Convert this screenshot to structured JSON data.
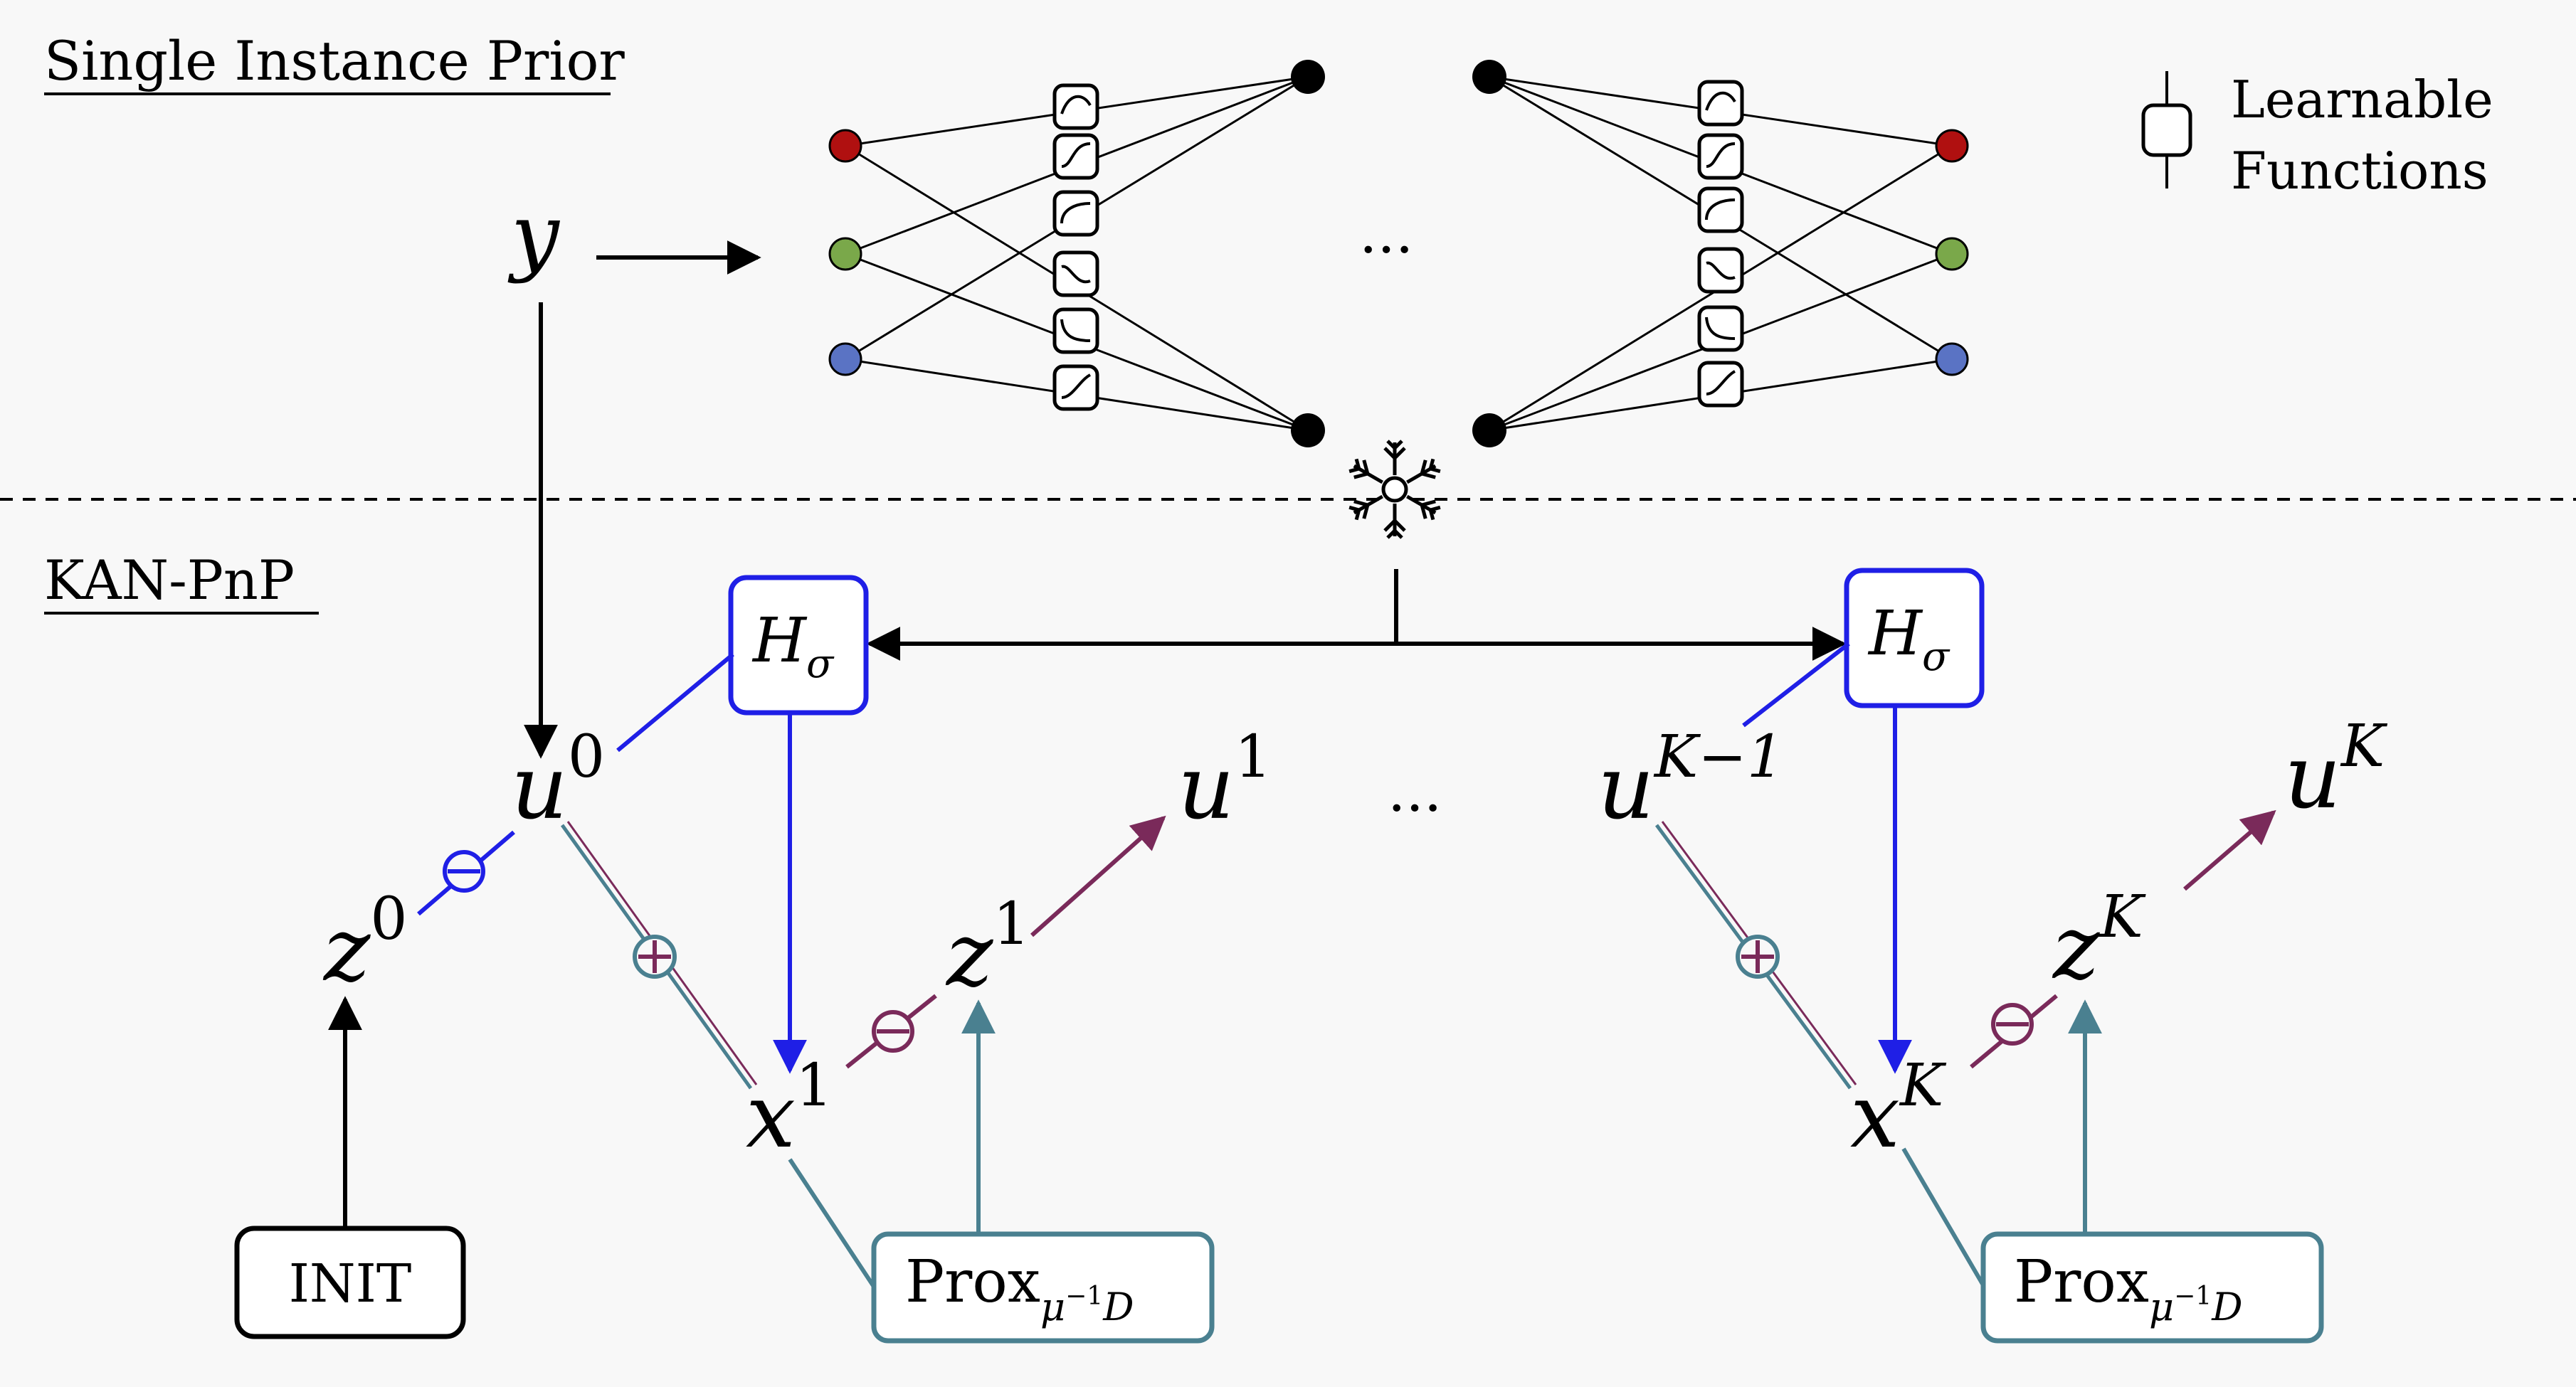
{
  "sections": {
    "prior_title": "Single Instance Prior",
    "pnp_title": "KAN-PnP"
  },
  "legend": {
    "line1": "Learnable",
    "line2": "Functions"
  },
  "network": {
    "input": "y",
    "ellipsis": "...",
    "node_colors": {
      "red": "#b01010",
      "green": "#7aa84a",
      "blue": "#5a73c4",
      "black": "#000000"
    },
    "frozen_icon": "snowflake-icon"
  },
  "pnp": {
    "init_label": "INIT",
    "h_sigma_main": "H",
    "h_sigma_sub": "σ",
    "prox_main": "Prox",
    "prox_sub": "μ",
    "prox_sup": "−1",
    "prox_sub2": "D",
    "ellipsis": "...",
    "vars": {
      "u0": {
        "base": "u",
        "sup": "0"
      },
      "u1": {
        "base": "u",
        "sup": "1"
      },
      "uKm1": {
        "base": "u",
        "sup": "K−1"
      },
      "uK": {
        "base": "u",
        "sup": "K"
      },
      "z0": {
        "base": "z",
        "sup": "0"
      },
      "z1": {
        "base": "z",
        "sup": "1"
      },
      "zK": {
        "base": "z",
        "sup": "K"
      },
      "x1": {
        "base": "x",
        "sup": "1"
      },
      "xK": {
        "base": "x",
        "sup": "K"
      }
    },
    "colors": {
      "blue": "#1f1fe6",
      "teal": "#4a8090",
      "purple": "#7a2a5a",
      "black": "#000000"
    }
  }
}
